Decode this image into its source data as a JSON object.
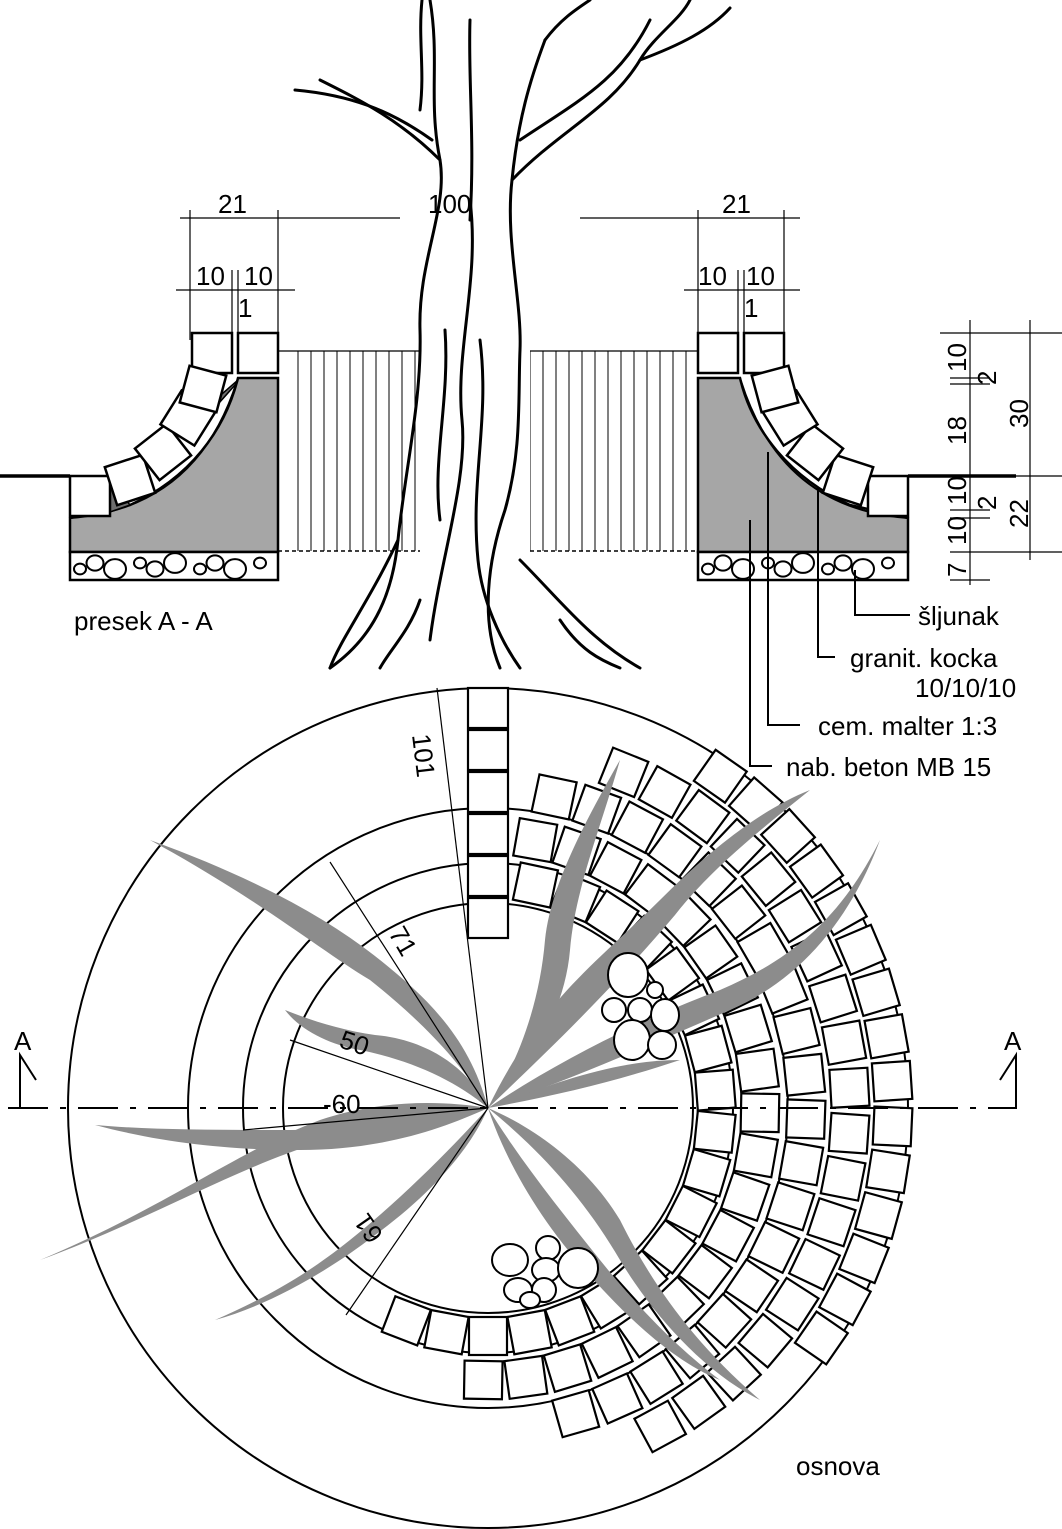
{
  "section": {
    "title": "presek A - A",
    "dims_left": {
      "total": "21",
      "a": "10",
      "b": "10",
      "gap": "1",
      "span": "100"
    },
    "dims_right": {
      "total": "21",
      "a": "10",
      "b": "10",
      "gap": "1"
    },
    "dims_vertical": {
      "top_block": "10",
      "top_gap": "2",
      "height_upper": "18",
      "total_upper": "30",
      "lower_block": "10",
      "lower_gap": "2",
      "lower_10": "10",
      "gravel": "7",
      "total_lower": "22"
    }
  },
  "legend": {
    "sljunak": "šljunak",
    "granit_line1": "granit. kocka",
    "granit_line2": "10/10/10",
    "cem": "cem. malter 1:3",
    "beton": "nab. beton MB 15"
  },
  "plan": {
    "title": "osnova",
    "section_mark_left": "A",
    "section_mark_right": "A",
    "r101": "101",
    "r71": "71",
    "r50": "50",
    "r60": "60",
    "r61": "61"
  }
}
